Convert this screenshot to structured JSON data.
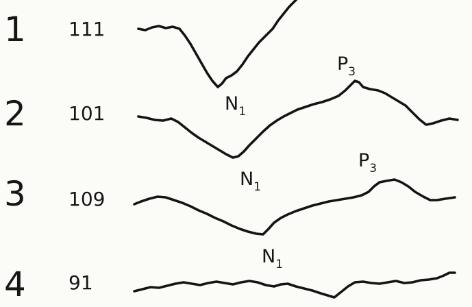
{
  "traces": [
    {
      "number": "1",
      "count": "111",
      "labels": [
        {
          "letter": "N",
          "sub": "1"
        }
      ]
    },
    {
      "number": "2",
      "count": "101",
      "labels": [
        {
          "letter": "N",
          "sub": "1"
        },
        {
          "letter": "P",
          "sub": "3"
        }
      ]
    },
    {
      "number": "3",
      "count": "109",
      "labels": [
        {
          "letter": "N",
          "sub": "1"
        },
        {
          "letter": "P",
          "sub": "3"
        }
      ]
    },
    {
      "number": "4",
      "count": "91",
      "labels": []
    }
  ]
}
